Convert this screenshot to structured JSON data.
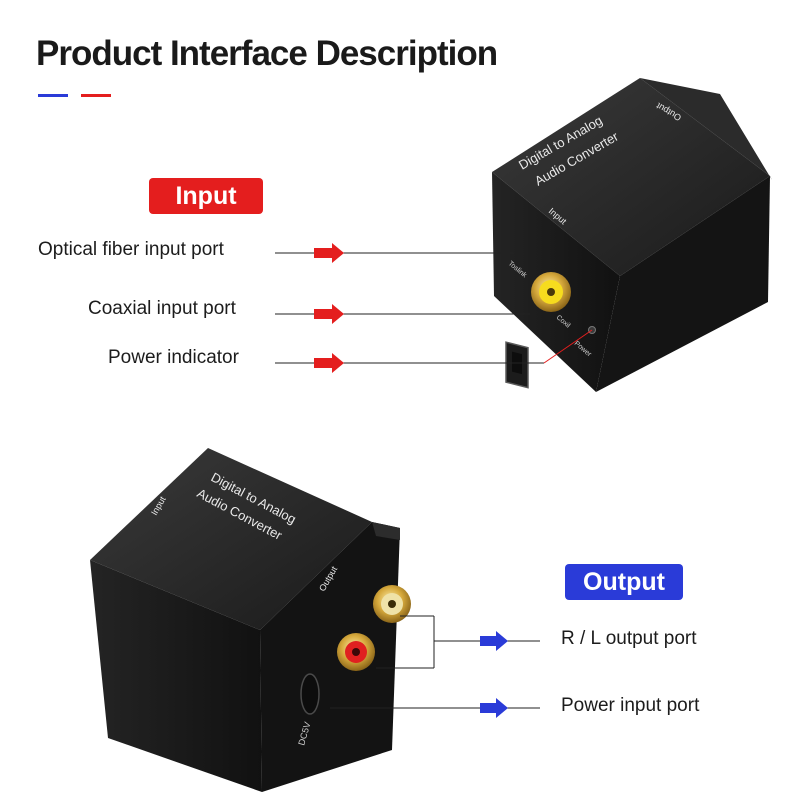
{
  "title": "Product Interface Description",
  "accent_colors": {
    "blue": "#2a3bd8",
    "red": "#e41e1e"
  },
  "input_section": {
    "badge": "Input",
    "callouts": [
      {
        "label": "Optical fiber input port",
        "arrow_icon": "red-arrow-icon"
      },
      {
        "label": "Coaxial input port",
        "arrow_icon": "red-arrow-icon"
      },
      {
        "label": "Power indicator",
        "arrow_icon": "red-arrow-icon"
      }
    ]
  },
  "output_section": {
    "badge": "Output",
    "callouts": [
      {
        "label": "R / L output port",
        "arrow_icon": "blue-arrow-icon"
      },
      {
        "label": "Power input port",
        "arrow_icon": "blue-arrow-icon"
      }
    ]
  },
  "device_top": {
    "face_text": "Digital  to Analog\nAudio Converter",
    "side_label_input": "Input",
    "side_label_output": "Output",
    "port_labels": [
      "Toslink",
      "Coxil",
      "Power"
    ]
  },
  "device_bottom": {
    "face_text": "Digital  to Analog\nAudio Converter",
    "side_label_input": "Input",
    "side_label_output": "Output",
    "port_label": "DC5V"
  }
}
